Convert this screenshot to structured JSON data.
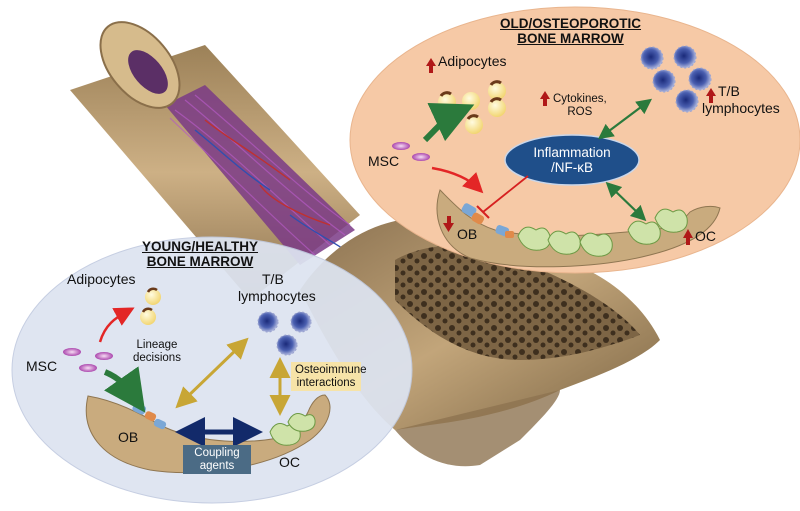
{
  "old_panel": {
    "title_line1": "OLD/OSTEOPOROTIC",
    "title_line2": "BONE MARROW",
    "adipocytes": "Adipocytes",
    "cytokines_line1": "Cytokines,",
    "cytokines_line2": "ROS",
    "lymphocytes_line1": "T/B",
    "lymphocytes_line2": "lymphocytes",
    "msc": "MSC",
    "inflammation_line1": "Inflammation",
    "inflammation_line2": "/NF-κB",
    "ob": "OB",
    "oc": "OC"
  },
  "young_panel": {
    "title_line1": "YOUNG/HEALTHY",
    "title_line2": "BONE MARROW",
    "adipocytes": "Adipocytes",
    "lymphocytes_line1": "T/B",
    "lymphocytes_line2": "lymphocytes",
    "msc": "MSC",
    "lineage_line1": "Lineage",
    "lineage_line2": "decisions",
    "osteoimmune_line1": "Osteoimmune",
    "osteoimmune_line2": "interactions",
    "ob": "OB",
    "oc": "OC",
    "coupling_line1": "Coupling",
    "coupling_line2": "agents"
  },
  "colors": {
    "old_panel_bg": "#f6c9a6",
    "young_panel_bg": "#dde4f1",
    "bone": "#c9ab7e",
    "inflammation_fill": "#1f4f8a",
    "up_arrow": "#b01818",
    "green_arrow": "#2b7a3c",
    "gold_arrow": "#c8a635",
    "navy_arrow": "#122a6a",
    "coupling_box": "#4b6b85",
    "osteoimmune_box": "#f6e3a8"
  }
}
